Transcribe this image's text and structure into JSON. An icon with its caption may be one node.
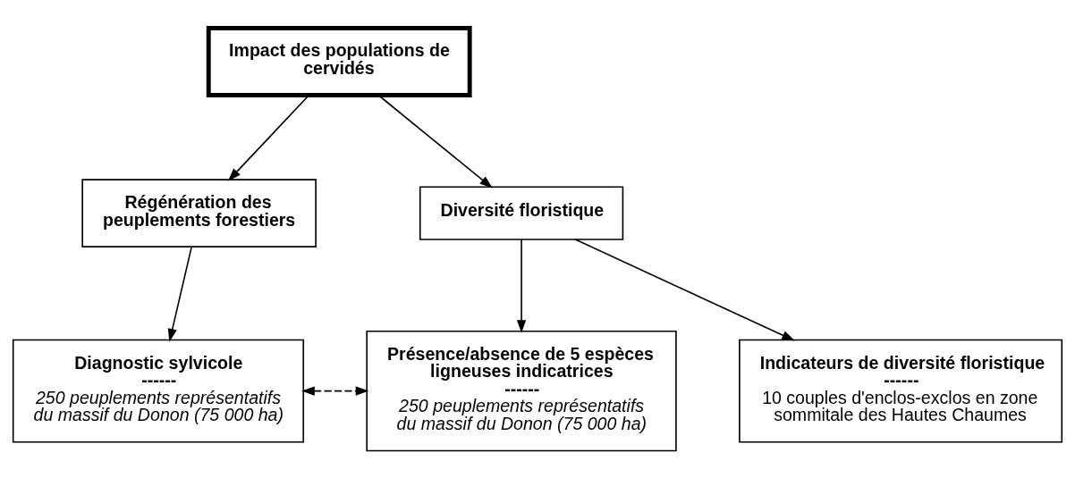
{
  "diagram": {
    "nodes": [
      {
        "text": [
          "Impact des populations de cervidés"
        ]
      },
      {
        "text": [
          "Régénération des peuplements forestiers"
        ]
      },
      {
        "text": [
          "Diversité floristique"
        ]
      },
      {
        "text": [
          "Diagnostic sylvicole",
          "------",
          "250 peuplements représentatifs du massif du Donon (75 000 ha)"
        ]
      },
      {
        "text": [
          "Présence/absence de 5 espèces ligneuses indicatrices",
          "------",
          "250 peuplements représentatifs du massif du Donon (75 000 ha)"
        ]
      },
      {
        "text": [
          "Indicateurs de diversité floristique",
          "------",
          "10 couples d'enclos-exclos en zone sommitale des Hautes Chaumes"
        ]
      }
    ],
    "edges": [
      {
        "from": 0,
        "to": 1,
        "arrow": "to"
      },
      {
        "from": 0,
        "to": 2,
        "arrow": "to"
      },
      {
        "from": 1,
        "to": 3,
        "arrow": "to"
      },
      {
        "from": 2,
        "to": 4,
        "arrow": "to"
      },
      {
        "from": 2,
        "to": 5,
        "arrow": "to"
      },
      {
        "from": 3,
        "to": 4,
        "arrow": "both",
        "style": "dashed"
      }
    ]
  }
}
